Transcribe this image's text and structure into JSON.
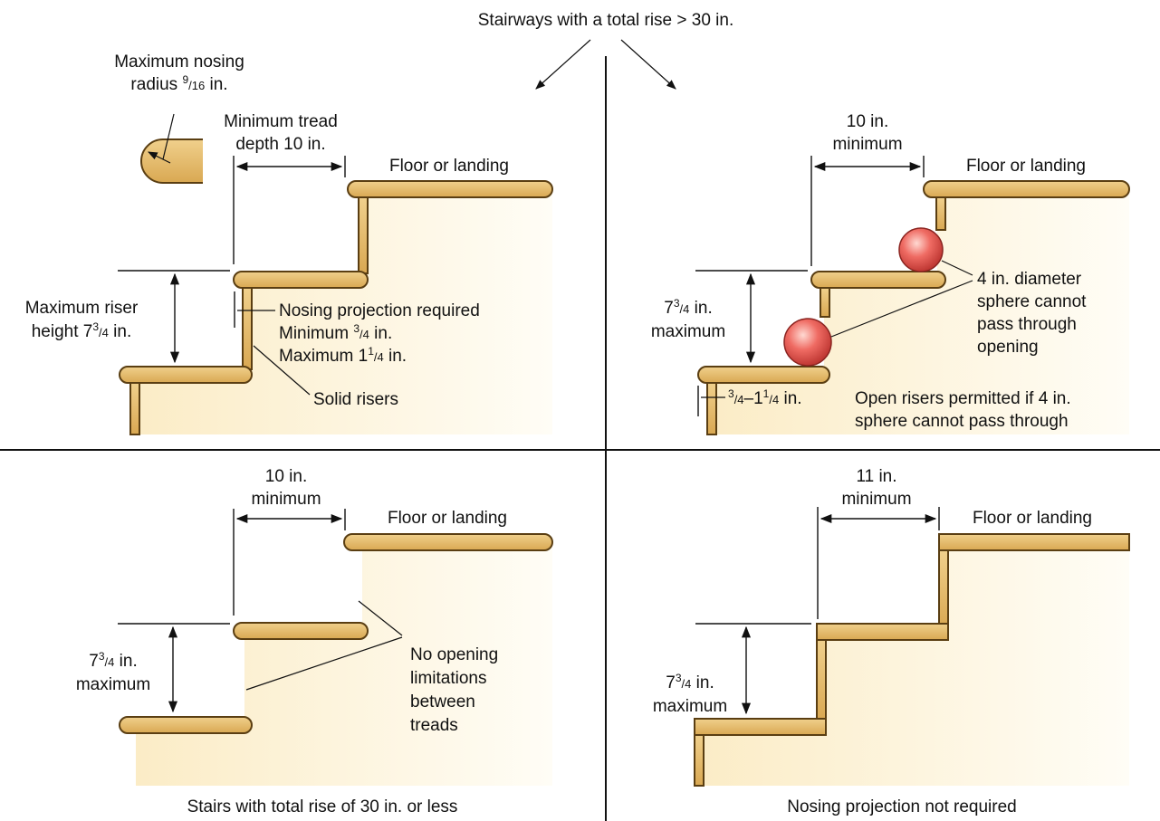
{
  "top_title": "Stairways with a total rise > 30 in.",
  "colors": {
    "wood": "#e3b96a",
    "wood_edge": "#5a3e12",
    "background_shade": "#fdf3d8",
    "sphere": "#e35a55"
  },
  "panel_solid": {
    "nosing_radius_line1": "Maximum nosing",
    "nosing_radius_line2_pre": "radius ",
    "nosing_radius_num": "9",
    "nosing_radius_den": "/16",
    "nosing_radius_post": " in.",
    "tread_depth_line1": "Minimum tread",
    "tread_depth_line2": "depth 10 in.",
    "landing": "Floor or landing",
    "riser_line1": "Maximum riser",
    "riser_line2_pre": "height 7",
    "riser_sup": "3",
    "riser_frac": "/4",
    "riser_post": " in.",
    "nosing_required": "Nosing projection required",
    "minimum_pre": "Minimum ",
    "minimum_sup": "3",
    "minimum_frac": "/4",
    "minimum_post": " in.",
    "maximum_pre": "Maximum 1",
    "maximum_sup": "1",
    "maximum_frac": "/4",
    "maximum_post": " in.",
    "solid_risers": "Solid risers"
  },
  "panel_open": {
    "tread_line1": "10 in.",
    "tread_line2": "minimum",
    "landing": "Floor or landing",
    "riser_pre": "7",
    "riser_sup": "3",
    "riser_frac": "/4",
    "riser_post": " in.",
    "riser_line2": "maximum",
    "sphere_line1": "4 in. diameter",
    "sphere_line2": "sphere cannot",
    "sphere_line3": "pass through",
    "sphere_line4": "opening",
    "projection_sup1": "3",
    "projection_frac1": "/4",
    "projection_mid": "–1",
    "projection_sup2": "1",
    "projection_frac2": "/4",
    "projection_post": " in.",
    "open_line1": "Open risers permitted if 4 in.",
    "open_line2": "sphere cannot pass through"
  },
  "panel_low": {
    "tread_line1": "10 in.",
    "tread_line2": "minimum",
    "landing": "Floor or landing",
    "riser_pre": "7",
    "riser_sup": "3",
    "riser_frac": "/4",
    "riser_post": " in.",
    "riser_line2": "maximum",
    "note_line1": "No opening",
    "note_line2": "limitations",
    "note_line3": "between",
    "note_line4": "treads",
    "caption": "Stairs with total rise of 30 in. or less"
  },
  "panel_nonosing": {
    "tread_line1": "11 in.",
    "tread_line2": "minimum",
    "landing": "Floor or landing",
    "riser_pre": "7",
    "riser_sup": "3",
    "riser_frac": "/4",
    "riser_post": " in.",
    "riser_line2": "maximum",
    "caption": "Nosing projection not required"
  }
}
